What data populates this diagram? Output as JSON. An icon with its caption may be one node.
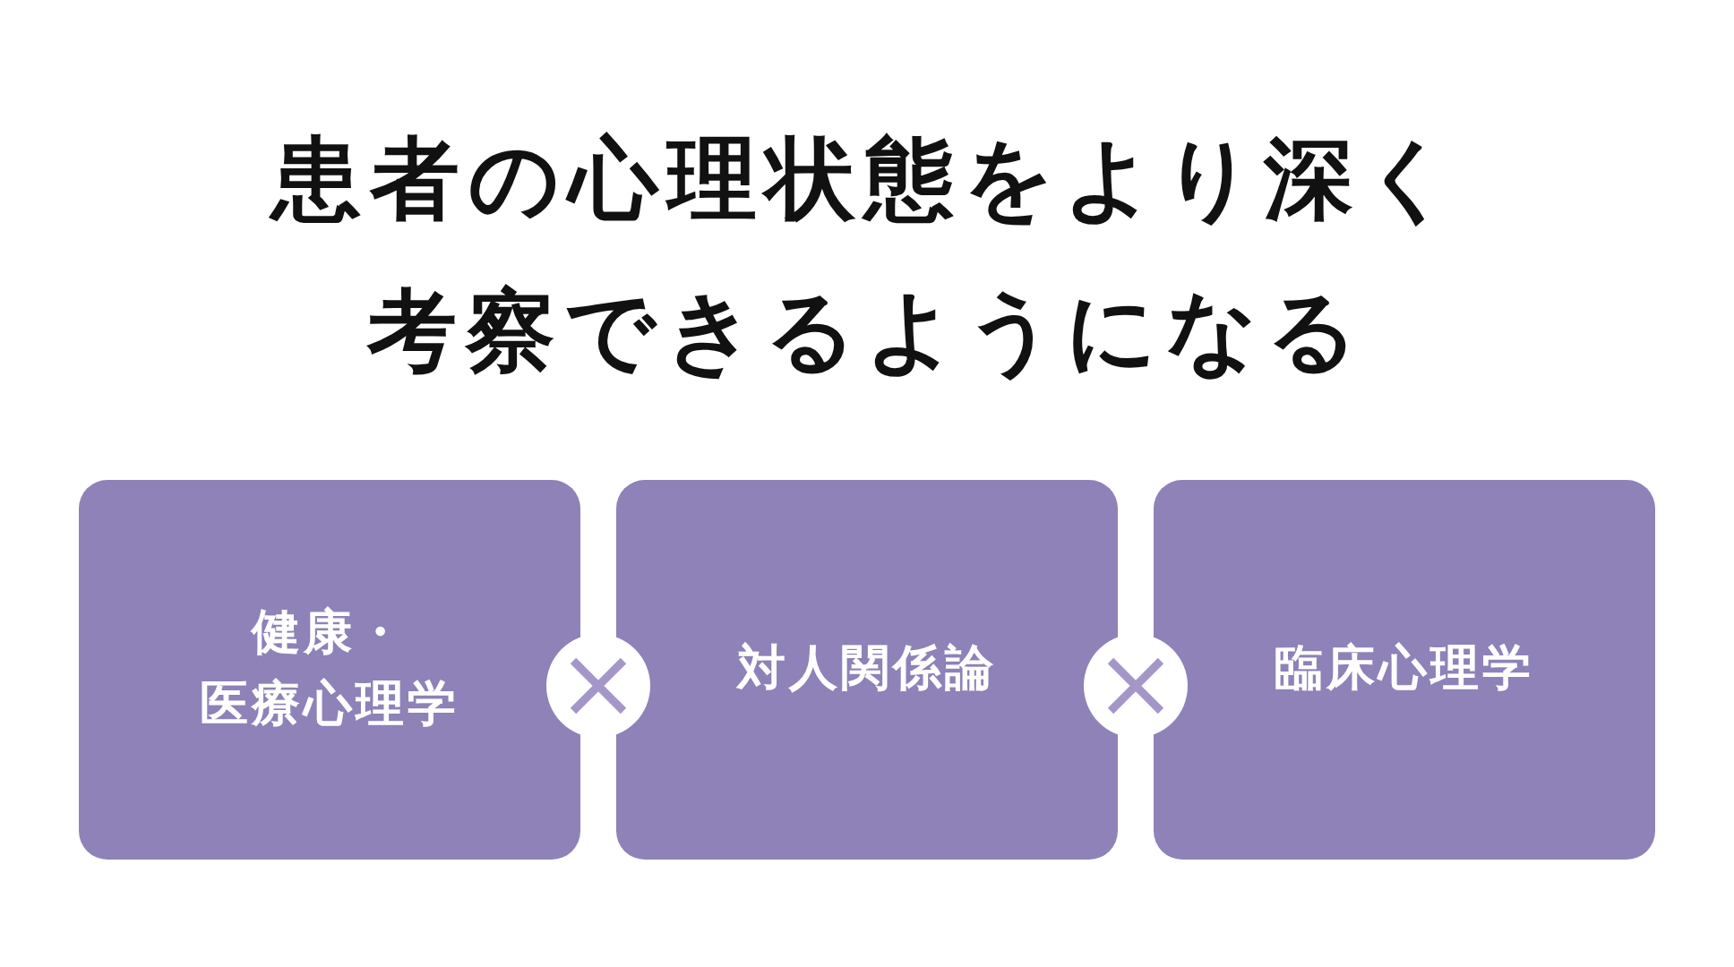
{
  "diagram": {
    "title": "患者の心理状態をより深く考察できるようになる",
    "nodes": [
      {
        "text": [
          "健康・医療心理学"
        ]
      },
      {
        "text": [
          "対人関係論"
        ]
      },
      {
        "text": [
          "臨床心理学"
        ]
      }
    ]
  }
}
